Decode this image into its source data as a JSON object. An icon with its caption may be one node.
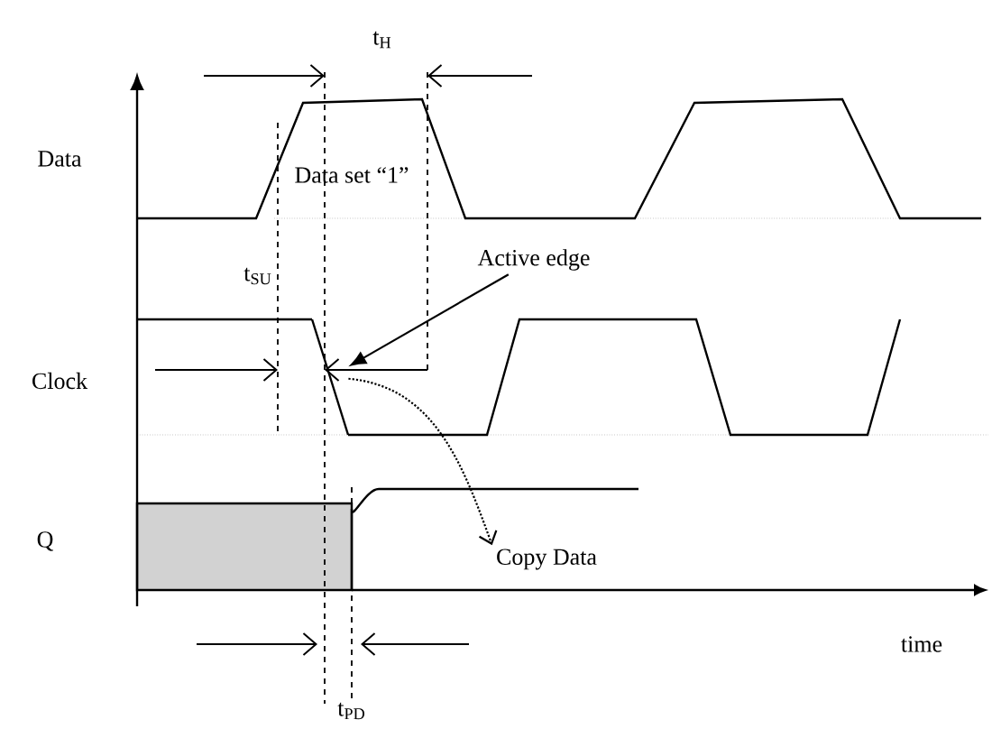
{
  "diagram": {
    "nodes": [
      {
        "text": [
          "Active edge"
        ]
      },
      {
        "text": [
          "Copy Data"
        ]
      },
      {
        "text": [],
        "shape": "line"
      }
    ],
    "edges": [
      {
        "from": 0,
        "to": 2,
        "arrow": "to"
      },
      {
        "from": 2,
        "to": 1,
        "arrow": "to",
        "style": "dashed"
      }
    ],
    "labels": [
      "t$_{H}$",
      "Data",
      "Data set “1”",
      "t$_{SU}$",
      "Clock",
      "Q",
      "time",
      "t$_{PD}$"
    ]
  }
}
